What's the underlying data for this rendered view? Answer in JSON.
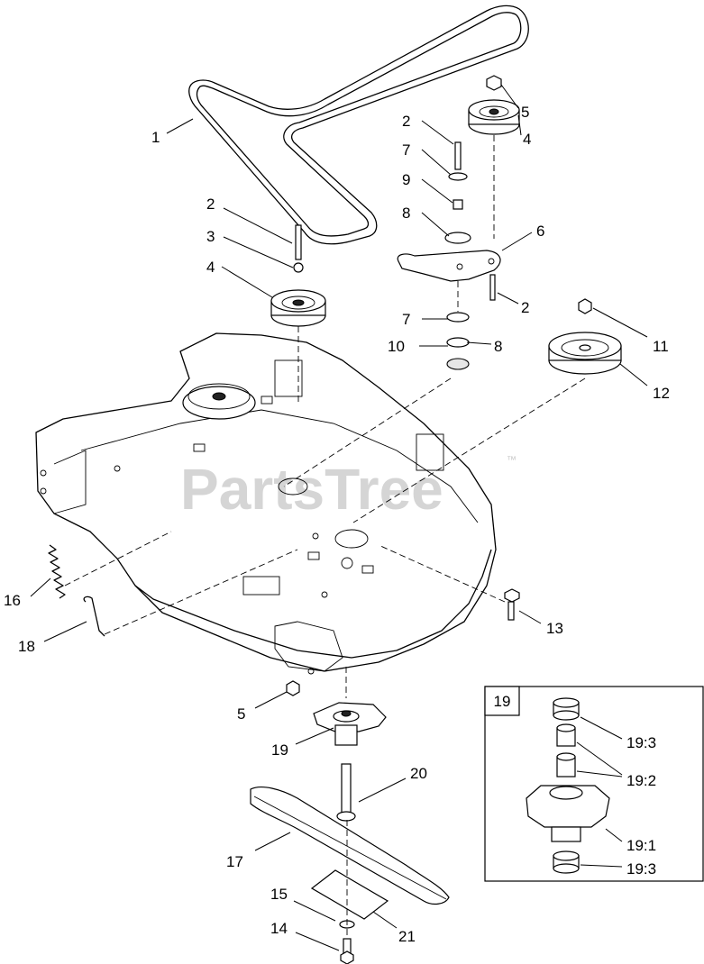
{
  "watermark": {
    "text": "PartsTree",
    "trademark": "™"
  },
  "inset": {
    "label": "19"
  },
  "callouts": {
    "c1": "1",
    "c2a": "2",
    "c2b": "2",
    "c2c": "2",
    "c3": "3",
    "c4a": "4",
    "c4b": "4",
    "c5a": "5",
    "c5b": "5",
    "c6": "6",
    "c7a": "7",
    "c7b": "7",
    "c8a": "8",
    "c8b": "8",
    "c9": "9",
    "c10": "10",
    "c11": "11",
    "c12": "12",
    "c13": "13",
    "c14": "14",
    "c15": "15",
    "c16": "16",
    "c17": "17",
    "c18": "18",
    "c19": "19",
    "c20": "20",
    "c21": "21",
    "c19_3a": "19:3",
    "c19_2": "19:2",
    "c19_1": "19:1",
    "c19_3b": "19:3"
  }
}
